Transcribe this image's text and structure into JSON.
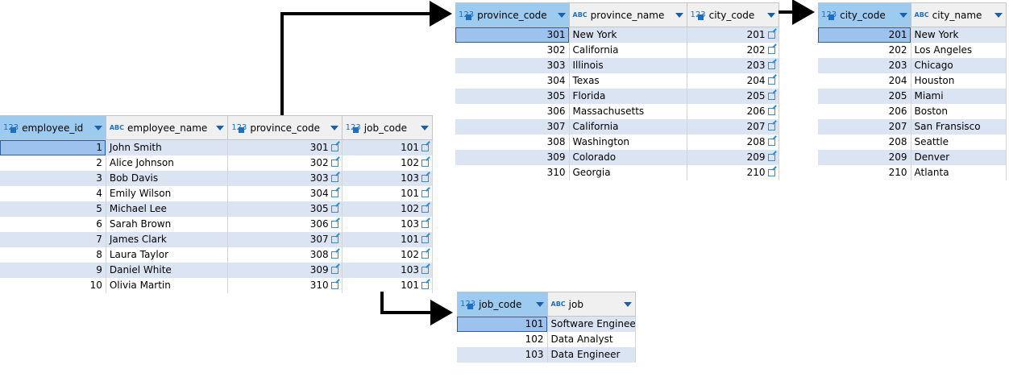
{
  "employees": {
    "headers": [
      {
        "type": "123",
        "label": "employee_id"
      },
      {
        "type": "ABC",
        "label": "employee_name"
      },
      {
        "type": "123",
        "label": "province_code"
      },
      {
        "type": "123",
        "label": "job_code"
      }
    ],
    "rows": [
      [
        "1",
        "John Smith",
        "301",
        "101"
      ],
      [
        "2",
        "Alice Johnson",
        "302",
        "102"
      ],
      [
        "3",
        "Bob Davis",
        "303",
        "103"
      ],
      [
        "4",
        "Emily Wilson",
        "304",
        "101"
      ],
      [
        "5",
        "Michael Lee",
        "305",
        "102"
      ],
      [
        "6",
        "Sarah Brown",
        "306",
        "103"
      ],
      [
        "7",
        "James Clark",
        "307",
        "101"
      ],
      [
        "8",
        "Laura Taylor",
        "308",
        "102"
      ],
      [
        "9",
        "Daniel White",
        "309",
        "103"
      ],
      [
        "10",
        "Olivia Martin",
        "310",
        "101"
      ]
    ]
  },
  "provinces": {
    "headers": [
      {
        "type": "123",
        "label": "province_code"
      },
      {
        "type": "ABC",
        "label": "province_name"
      },
      {
        "type": "123",
        "label": "city_code"
      }
    ],
    "rows": [
      [
        "301",
        "New York",
        "201"
      ],
      [
        "302",
        "California",
        "202"
      ],
      [
        "303",
        "Illinois",
        "203"
      ],
      [
        "304",
        "Texas",
        "204"
      ],
      [
        "305",
        "Florida",
        "205"
      ],
      [
        "306",
        "Massachusetts",
        "206"
      ],
      [
        "307",
        "California",
        "207"
      ],
      [
        "308",
        "Washington",
        "208"
      ],
      [
        "309",
        "Colorado",
        "209"
      ],
      [
        "310",
        "Georgia",
        "210"
      ]
    ]
  },
  "cities": {
    "headers": [
      {
        "type": "123",
        "label": "city_code"
      },
      {
        "type": "ABC",
        "label": "city_name"
      }
    ],
    "rows": [
      [
        "201",
        "New York"
      ],
      [
        "202",
        "Los Angeles"
      ],
      [
        "203",
        "Chicago"
      ],
      [
        "204",
        "Houston"
      ],
      [
        "205",
        "Miami"
      ],
      [
        "206",
        "Boston"
      ],
      [
        "207",
        "San Fransisco"
      ],
      [
        "208",
        "Seattle"
      ],
      [
        "209",
        "Denver"
      ],
      [
        "210",
        "Atlanta"
      ]
    ]
  },
  "jobs": {
    "headers": [
      {
        "type": "123",
        "label": "job_code"
      },
      {
        "type": "ABC",
        "label": "job"
      }
    ],
    "rows": [
      [
        "101",
        "Software Engineer"
      ],
      [
        "102",
        "Data Analyst"
      ],
      [
        "103",
        "Data Engineer"
      ]
    ]
  },
  "colors": {
    "row_stripe": "#dbe4f2",
    "header_selected": "#9dcbf0",
    "link_icon": "#2a8ed8",
    "arrow": "#000000"
  }
}
